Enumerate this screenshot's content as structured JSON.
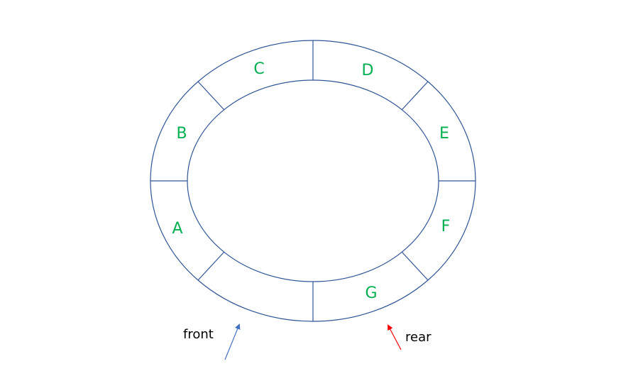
{
  "diagram": {
    "slots": [
      {
        "label": "C"
      },
      {
        "label": "D"
      },
      {
        "label": "E"
      },
      {
        "label": "F"
      },
      {
        "label": "G"
      },
      {
        "label": ""
      },
      {
        "label": "A"
      },
      {
        "label": "B"
      }
    ],
    "pointers": {
      "front": {
        "label": "front",
        "color": "#4472c4"
      },
      "rear": {
        "label": "rear",
        "color": "#ff0000"
      }
    },
    "colors": {
      "ring_stroke": "#2f5597",
      "slot_text": "#00b050"
    }
  }
}
